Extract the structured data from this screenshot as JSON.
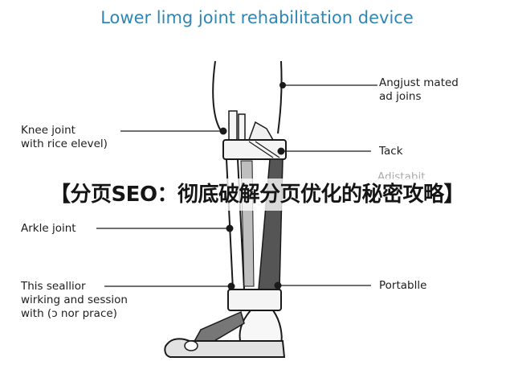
{
  "title": "Lower limg joint rehabilitation device",
  "labels": {
    "adjust": "Angjust mated\nad joins",
    "knee": "Knee joint\nwith rice elevel)",
    "tack": "Tack",
    "adjustable": "Adistabit",
    "ankle": "Arkle joint",
    "session": "This seallior\nwirking and session\nwith (ɔ nor prace)",
    "portable": "Portablle"
  },
  "banner": "【分页SEO：彻底破解分页优化的秘密攻略】",
  "colors": {
    "title": "#2f86b4",
    "line": "#1a1a1a",
    "strut": "#555555",
    "shoe": "#dcdcdc"
  }
}
